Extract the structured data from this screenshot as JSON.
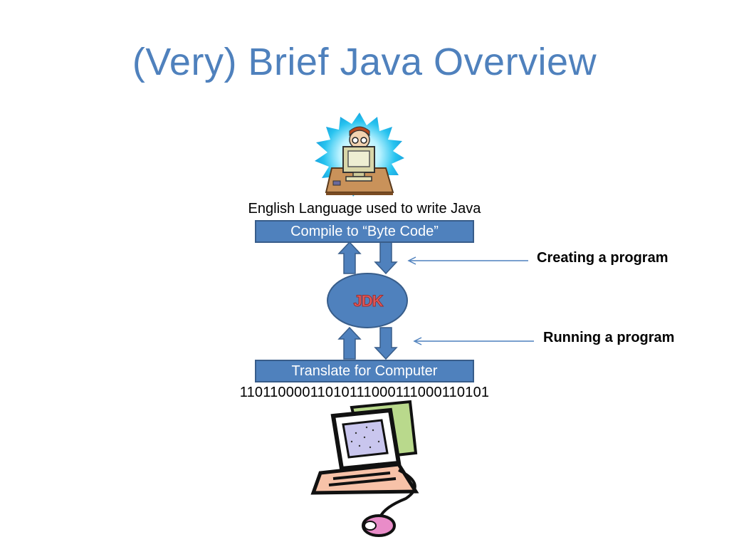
{
  "slide": {
    "title": "(Very) Brief Java Overview"
  },
  "diagram": {
    "top_caption": "English Language used to write Java",
    "compile_box": "Compile to “Byte Code”",
    "center_node": "JDK",
    "translate_box": "Translate for Computer",
    "binary_text": "11011000011010111000111000110101",
    "creating_label": "Creating a program",
    "running_label": "Running a program"
  },
  "colors": {
    "title": "#4f81bd",
    "box_fill": "#4f81bd",
    "box_border": "#385d8a",
    "jdk_text": "#e35a5a"
  },
  "icons": {
    "programmer": "programmer-at-computer-clipart",
    "computer": "desktop-computer-clipart"
  }
}
